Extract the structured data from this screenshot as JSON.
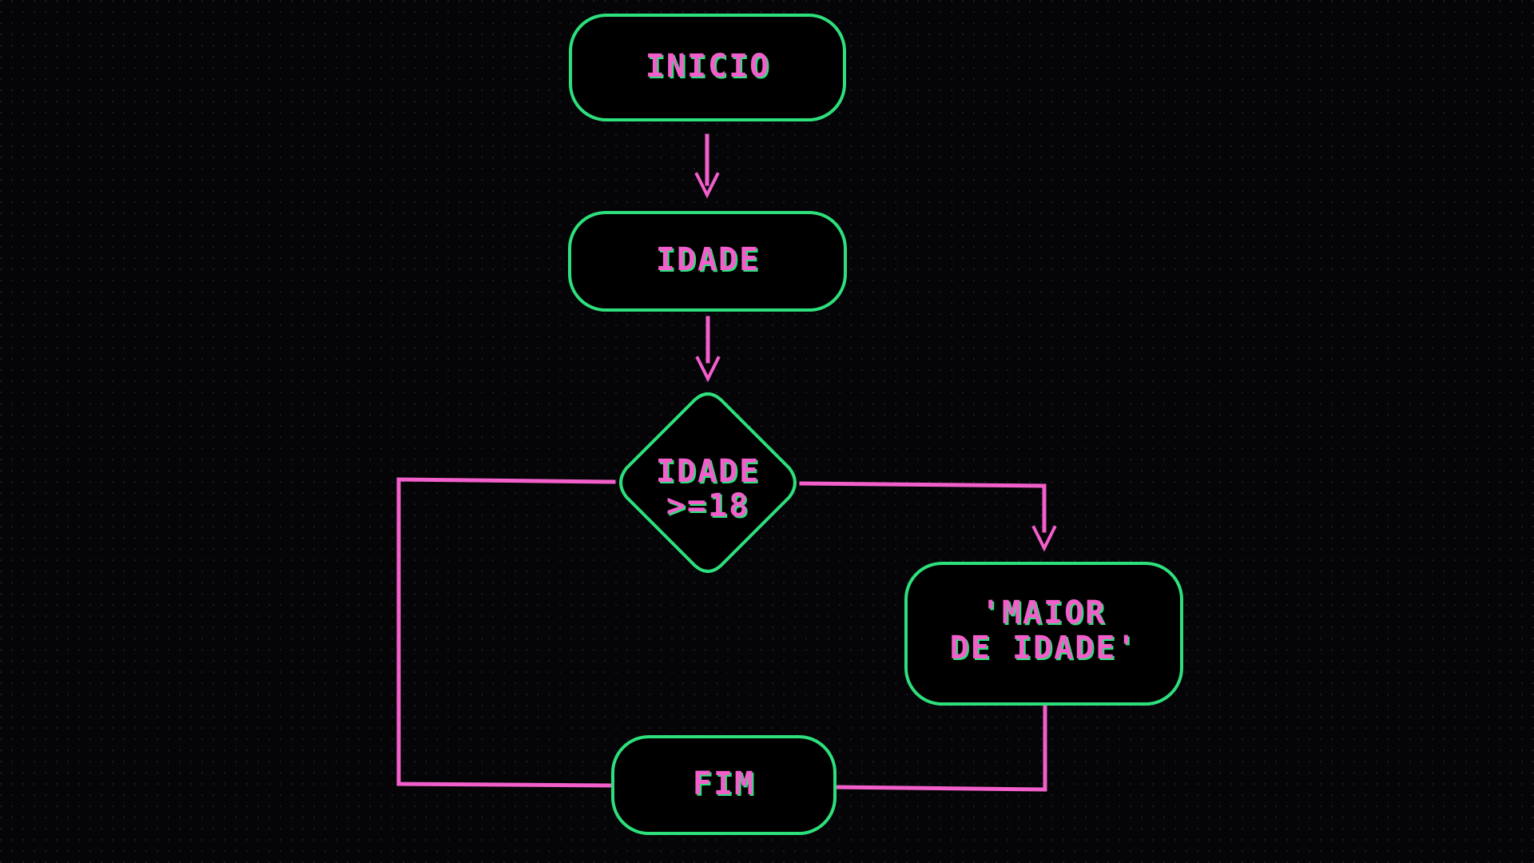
{
  "colors": {
    "background": "#050507",
    "node_border": "#2EE07C",
    "text": "#F25FCB",
    "text_shadow": "#2EE07C",
    "connector": "#F25FCB"
  },
  "nodes": {
    "inicio": {
      "label": "INICIO"
    },
    "idade": {
      "label": "IDADE"
    },
    "decision": {
      "line1": "IDADE",
      "line2": ">=18"
    },
    "output": {
      "line1": "'MAIOR",
      "line2": "DE IDADE'"
    },
    "fim": {
      "label": "FIM"
    }
  }
}
